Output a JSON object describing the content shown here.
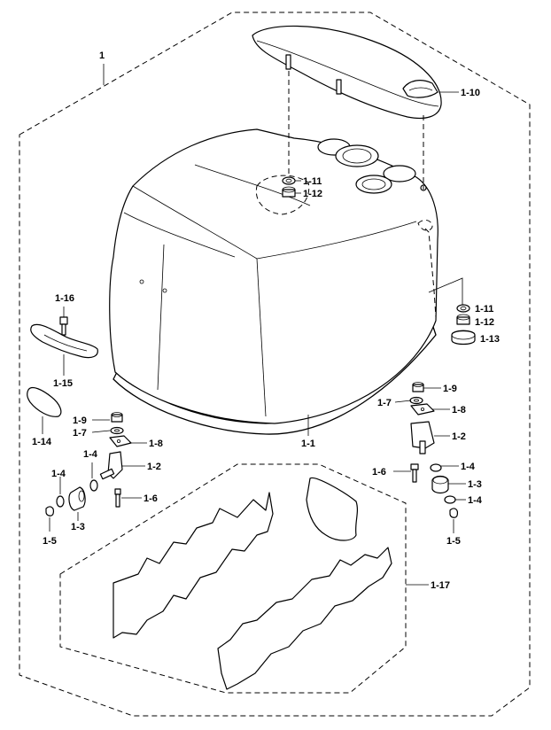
{
  "diagram": {
    "labels": {
      "assembly": "1",
      "top_cover": "1-10",
      "grommet_top": "1-11",
      "nut_top": "1-12",
      "grommet_rear": "1-11",
      "nut_rear": "1-12",
      "cap_rear": "1-13",
      "screw_handle": "1-16",
      "handle": "1-15",
      "plate_left": "1-14",
      "left_1_9": "1-9",
      "left_1_7": "1-7",
      "left_1_8": "1-8",
      "left_1_2": "1-2",
      "left_1_4a": "1-4",
      "left_1_4b": "1-4",
      "left_1_3": "1-3",
      "left_1_5": "1-5",
      "left_1_6": "1-6",
      "cowl": "1-1",
      "right_1_9": "1-9",
      "right_1_7": "1-7",
      "right_1_8": "1-8",
      "right_1_2": "1-2",
      "right_1_6": "1-6",
      "right_1_4a": "1-4",
      "right_1_3": "1-3",
      "right_1_4b": "1-4",
      "right_1_5": "1-5",
      "insulation": "1-17"
    }
  }
}
